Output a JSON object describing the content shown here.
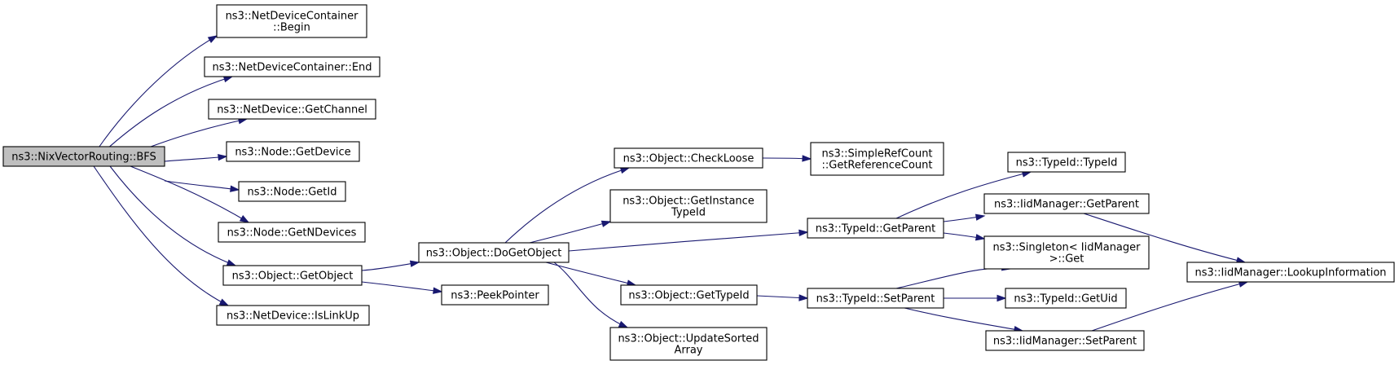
{
  "colors": {
    "edge": "#191970",
    "root_fill": "#bfbfbf",
    "node_fill": "#ffffff",
    "border": "#000000"
  },
  "nodes": {
    "bfs": [
      "ns3::NixVectorRouting::BFS"
    ],
    "ndc_begin": [
      "ns3::NetDeviceContainer",
      "::Begin"
    ],
    "ndc_end": [
      "ns3::NetDeviceContainer::End"
    ],
    "nd_getchannel": [
      "ns3::NetDevice::GetChannel"
    ],
    "node_getdevice": [
      "ns3::Node::GetDevice"
    ],
    "node_getid": [
      "ns3::Node::GetId"
    ],
    "node_getndevices": [
      "ns3::Node::GetNDevices"
    ],
    "obj_getobject": [
      "ns3::Object::GetObject"
    ],
    "nd_islinkup": [
      "ns3::NetDevice::IsLinkUp"
    ],
    "obj_dogetobject": [
      "ns3::Object::DoGetObject"
    ],
    "peekpointer": [
      "ns3::PeekPointer"
    ],
    "obj_checkloose": [
      "ns3::Object::CheckLoose"
    ],
    "obj_getinstancetypeid": [
      "ns3::Object::GetInstance",
      "TypeId"
    ],
    "obj_gettypeid": [
      "ns3::Object::GetTypeId"
    ],
    "obj_updatesortedarray": [
      "ns3::Object::UpdateSorted",
      "Array"
    ],
    "srf_getreferencecount": [
      "ns3::SimpleRefCount",
      "::GetReferenceCount"
    ],
    "typeid_getparent": [
      "ns3::TypeId::GetParent"
    ],
    "typeid_setparent": [
      "ns3::TypeId::SetParent"
    ],
    "typeid_typeid": [
      "ns3::TypeId::TypeId"
    ],
    "iid_getparent": [
      "ns3::IidManager::GetParent"
    ],
    "singleton_get": [
      "ns3::Singleton< IidManager",
      ">::Get"
    ],
    "typeid_getuid": [
      "ns3::TypeId::GetUid"
    ],
    "iid_setparent": [
      "ns3::IidManager::SetParent"
    ],
    "iid_lookupinformation": [
      "ns3::IidManager::LookupInformation"
    ]
  }
}
